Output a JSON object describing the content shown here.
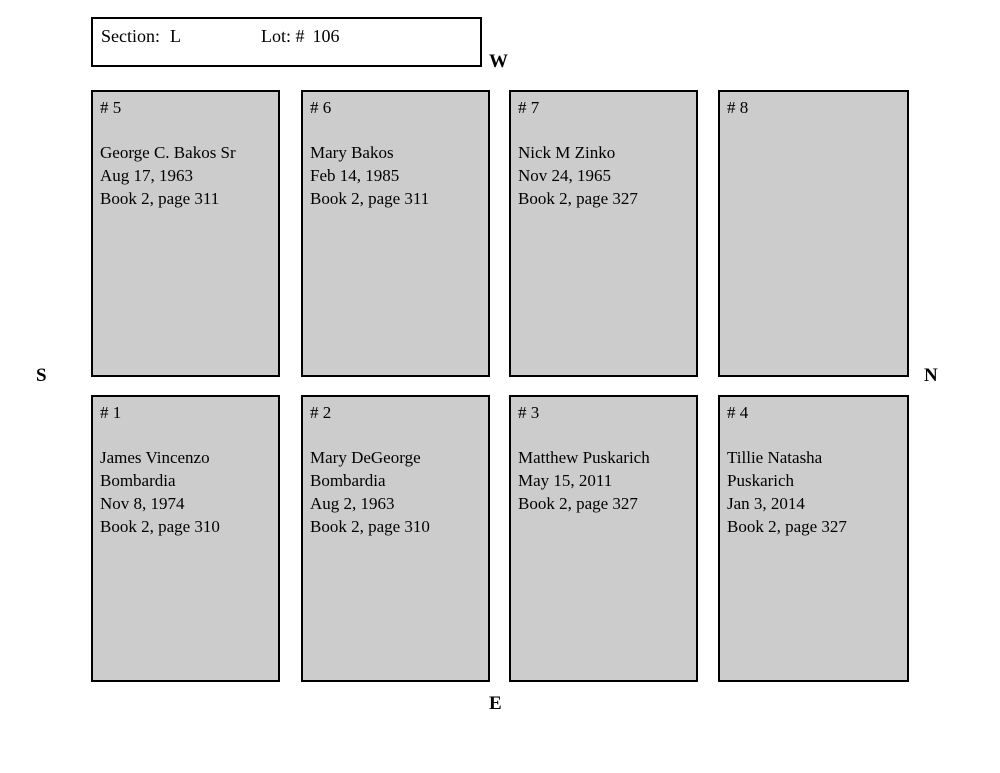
{
  "header": {
    "section_label": "Section:",
    "section_value": "L",
    "lot_label": "Lot:  #",
    "lot_value": "106"
  },
  "compass": {
    "west": "W",
    "south": "S",
    "north": "N",
    "east": "E"
  },
  "graves": [
    {
      "number": "# 5",
      "lines": [
        "George C. Bakos Sr",
        "Aug 17, 1963",
        "Book 2, page 311"
      ]
    },
    {
      "number": "# 6",
      "lines": [
        "Mary Bakos",
        "Feb 14, 1985",
        "Book 2, page 311"
      ]
    },
    {
      "number": "# 7",
      "lines": [
        "Nick M Zinko",
        "Nov 24, 1965",
        "Book 2, page 327"
      ]
    },
    {
      "number": "# 8",
      "lines": []
    },
    {
      "number": "# 1",
      "lines": [
        "James Vincenzo",
        "Bombardia",
        "Nov 8, 1974",
        "Book 2, page 310"
      ]
    },
    {
      "number": "# 2",
      "lines": [
        "Mary DeGeorge",
        "Bombardia",
        "Aug 2, 1963",
        "Book 2, page 310"
      ]
    },
    {
      "number": "# 3",
      "lines": [
        "Matthew Puskarich",
        "May 15, 2011",
        "Book 2, page 327"
      ]
    },
    {
      "number": "# 4",
      "lines": [
        "Tillie Natasha",
        "Puskarich",
        "Jan 3, 2014",
        "Book 2, page 327"
      ]
    }
  ],
  "colors": {
    "plot_fill": "#cccccc",
    "plot_border": "#000000",
    "header_fill": "#ffffff",
    "page_background": "#ffffff"
  }
}
